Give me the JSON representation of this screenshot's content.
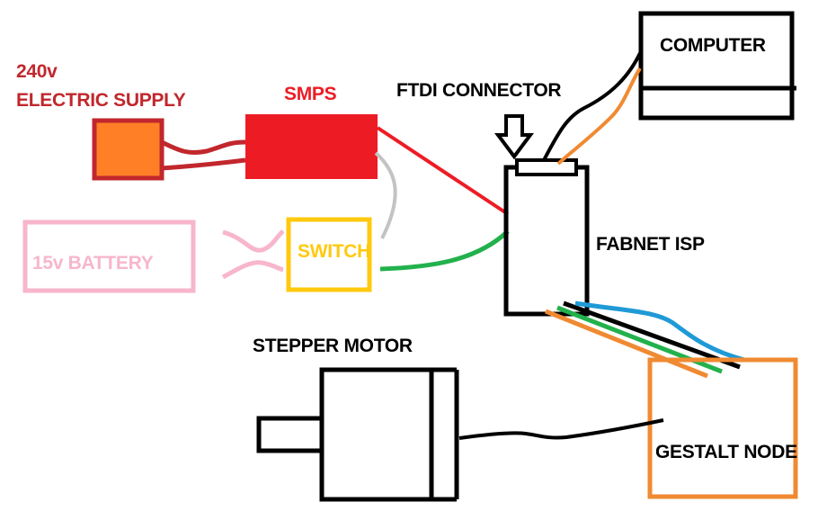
{
  "colors": {
    "supply_text": "#c1272d",
    "supply_box": "#ff7f27",
    "supply_border": "#c1272d",
    "smps": "#ed1c24",
    "battery": "#f7b6cd",
    "switch": "#ffc90e",
    "wire_gray": "#c3c3c3",
    "wire_green": "#22b14c",
    "wire_orange": "#f08a32",
    "wire_blue": "#1f9ad6",
    "gestalt_border": "#f08a32",
    "black": "#000000"
  },
  "labels": {
    "supply_voltage": "240v",
    "supply_name": "ELECTRIC SUPPLY",
    "smps": "SMPS",
    "ftdi": "FTDI CONNECTOR",
    "computer": "COMPUTER",
    "battery": "15v BATTERY",
    "switch": "SWITCH",
    "fabnet": "FABNET ISP",
    "stepper": "STEPPER MOTOR",
    "gestalt": "GESTALT NODE"
  }
}
